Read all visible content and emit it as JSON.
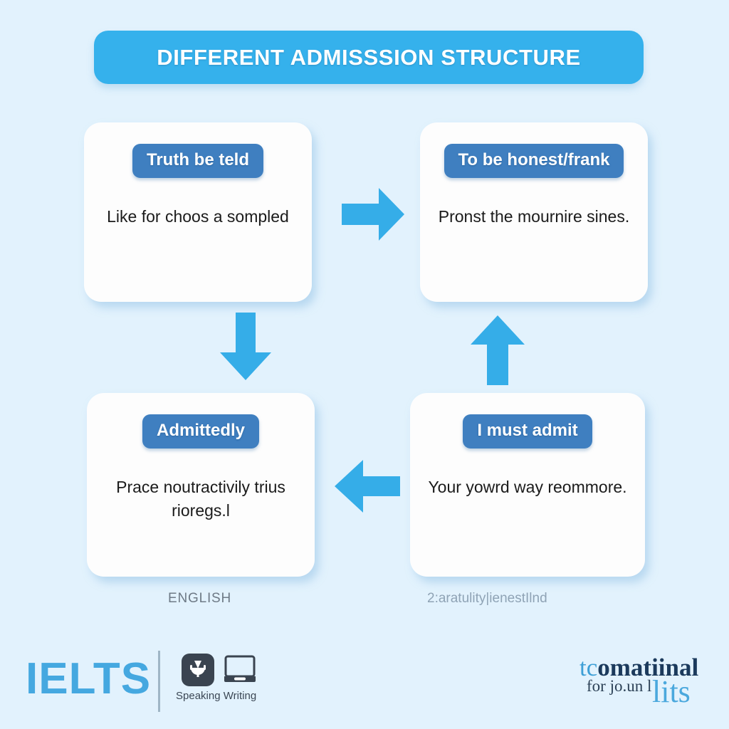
{
  "page": {
    "background_color": "#e2f2fd",
    "accent_blue": "#35b1ec",
    "pill_blue": "#3f7fc0"
  },
  "title": {
    "text": "DIFFERENT ADMISSSION STRUCTURE"
  },
  "cards": [
    {
      "id": "truth-be-teld",
      "header": "Truth be teld",
      "body": "Like for choos a sompled"
    },
    {
      "id": "to-be-honest-frank",
      "header": "To be honest/frank",
      "body": "Pronst the mournire sines."
    },
    {
      "id": "admittedly",
      "header": "Admittedly",
      "body": "Prace noutractivily trius rioregs.l"
    },
    {
      "id": "i-must-admit",
      "header": "I must admit",
      "body": "Your yowrd way reommore."
    }
  ],
  "arrows": [
    {
      "id": "arrow-right",
      "direction": "right",
      "color": "#35ade8"
    },
    {
      "id": "arrow-down",
      "direction": "down",
      "color": "#35ade8"
    },
    {
      "id": "arrow-up",
      "direction": "up",
      "color": "#35ade8"
    },
    {
      "id": "arrow-left",
      "direction": "left",
      "color": "#35ade8"
    }
  ],
  "captions": {
    "left": "ENGLISH",
    "right": "2:aratulity|ienestIlnd"
  },
  "footer": {
    "logo": "IELTS",
    "items": [
      {
        "id": "speaking",
        "label": "Speaking",
        "icon": "microphone-icon"
      },
      {
        "id": "writing",
        "label": "Writing",
        "icon": "laptop-icon"
      }
    ]
  },
  "brand": {
    "line1_part1": "tc",
    "line1_part2": "omatiinal",
    "line2": "for jo.un l",
    "line3": "lits"
  }
}
